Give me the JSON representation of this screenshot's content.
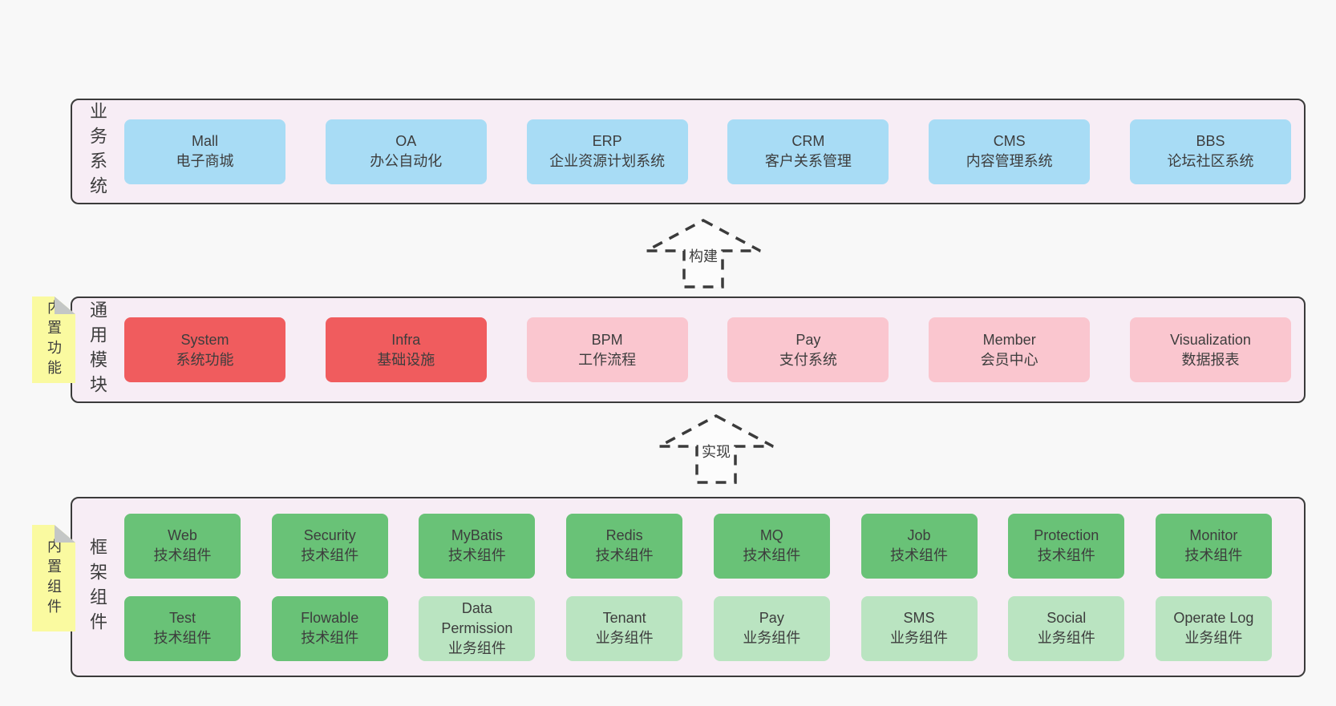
{
  "colors": {
    "page_bg": "#f8f8f8",
    "panel_bg": "#f7edf5",
    "panel_border": "#3b3b3b",
    "blue": "#a8dcf5",
    "red": "#f05c5e",
    "pink": "#fac6cf",
    "green": "#69c277",
    "light_green": "#bae4c1",
    "note_bg": "#fafaa0",
    "note_fold": "#c4c7c6",
    "text": "#3d3d3d"
  },
  "arrows": [
    {
      "label": "构建"
    },
    {
      "label": "实现"
    }
  ],
  "panels": [
    {
      "key": "business",
      "label": "业务系统",
      "note": null,
      "rows": [
        [
          {
            "key": "mall",
            "title": "Mall",
            "subtitle": "电子商城",
            "variant": "blue"
          },
          {
            "key": "oa",
            "title": "OA",
            "subtitle": "办公自动化",
            "variant": "blue"
          },
          {
            "key": "erp",
            "title": "ERP",
            "subtitle": "企业资源计划系统",
            "variant": "blue"
          },
          {
            "key": "crm",
            "title": "CRM",
            "subtitle": "客户关系管理",
            "variant": "blue"
          },
          {
            "key": "cms",
            "title": "CMS",
            "subtitle": "内容管理系统",
            "variant": "blue"
          },
          {
            "key": "bbs",
            "title": "BBS",
            "subtitle": "论坛社区系统",
            "variant": "blue"
          }
        ]
      ]
    },
    {
      "key": "modules",
      "label": "通用模块",
      "note": "内置功能",
      "rows": [
        [
          {
            "key": "system",
            "title": "System",
            "subtitle": "系统功能",
            "variant": "red"
          },
          {
            "key": "infra",
            "title": "Infra",
            "subtitle": "基础设施",
            "variant": "red"
          },
          {
            "key": "bpm",
            "title": "BPM",
            "subtitle": "工作流程",
            "variant": "pink"
          },
          {
            "key": "pay-module",
            "title": "Pay",
            "subtitle": "支付系统",
            "variant": "pink"
          },
          {
            "key": "member",
            "title": "Member",
            "subtitle": "会员中心",
            "variant": "pink"
          },
          {
            "key": "visualization",
            "title": "Visualization",
            "subtitle": "数据报表",
            "variant": "pink"
          }
        ]
      ]
    },
    {
      "key": "components",
      "label": "框架组件",
      "note": "内置组件",
      "rows": [
        [
          {
            "key": "web",
            "title": "Web",
            "subtitle": "技术组件",
            "variant": "green"
          },
          {
            "key": "security",
            "title": "Security",
            "subtitle": "技术组件",
            "variant": "green"
          },
          {
            "key": "mybatis",
            "title": "MyBatis",
            "subtitle": "技术组件",
            "variant": "green"
          },
          {
            "key": "redis",
            "title": "Redis",
            "subtitle": "技术组件",
            "variant": "green"
          },
          {
            "key": "mq",
            "title": "MQ",
            "subtitle": "技术组件",
            "variant": "green"
          },
          {
            "key": "job",
            "title": "Job",
            "subtitle": "技术组件",
            "variant": "green"
          },
          {
            "key": "protection",
            "title": "Protection",
            "subtitle": "技术组件",
            "variant": "green"
          },
          {
            "key": "monitor",
            "title": "Monitor",
            "subtitle": "技术组件",
            "variant": "green"
          }
        ],
        [
          {
            "key": "test",
            "title": "Test",
            "subtitle": "技术组件",
            "variant": "green"
          },
          {
            "key": "flowable",
            "title": "Flowable",
            "subtitle": "技术组件",
            "variant": "green"
          },
          {
            "key": "data-permission",
            "title": "Data Permission",
            "subtitle": "业务组件",
            "variant": "lightgreen"
          },
          {
            "key": "tenant",
            "title": "Tenant",
            "subtitle": "业务组件",
            "variant": "lightgreen"
          },
          {
            "key": "pay-component",
            "title": "Pay",
            "subtitle": "业务组件",
            "variant": "lightgreen"
          },
          {
            "key": "sms",
            "title": "SMS",
            "subtitle": "业务组件",
            "variant": "lightgreen"
          },
          {
            "key": "social",
            "title": "Social",
            "subtitle": "业务组件",
            "variant": "lightgreen"
          },
          {
            "key": "operate-log",
            "title": "Operate Log",
            "subtitle": "业务组件",
            "variant": "lightgreen"
          }
        ]
      ]
    }
  ]
}
